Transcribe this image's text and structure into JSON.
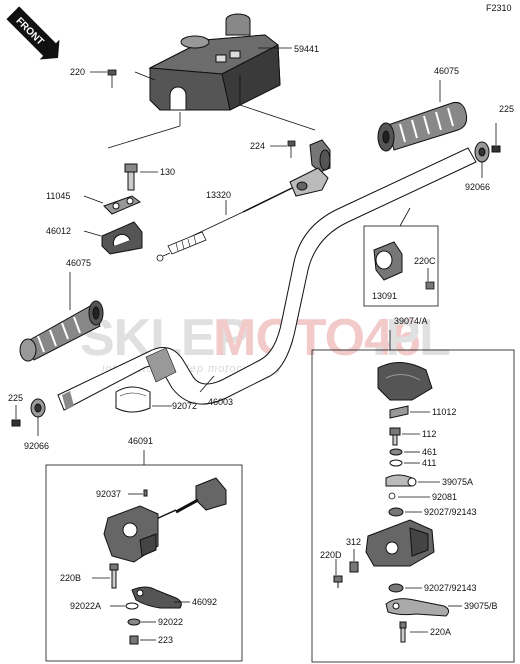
{
  "figure_code": "F2310",
  "front_marker": "FRONT",
  "watermark": {
    "brand_prefix": "SKLEP",
    "brand_accent": "MOTO46",
    "brand_suffix": ".PL",
    "tagline": "internetowy sklep motocyklowy",
    "accent_color": "#e8a0a0",
    "gray_color": "#c8c8c8"
  },
  "parts": {
    "p59441": "59441",
    "p220_top": "220",
    "p46075_right": "46075",
    "p225_right": "225",
    "p224": "224",
    "p92066_right": "92066",
    "p130": "130",
    "p11045": "11045",
    "p13320": "13320",
    "p46012": "46012",
    "p220c": "220C",
    "p13091": "13091",
    "p46075_left": "46075",
    "p39074a": "39074/A",
    "p46003": "46003",
    "p225_left": "225",
    "p92072": "92072",
    "p92066_left": "92066",
    "p11012": "11012",
    "p112": "112",
    "p461": "461",
    "p411": "411",
    "p46091": "46091",
    "p39075a": "39075A",
    "p92037": "92037",
    "p92081": "92081",
    "p92027_a": "92027/92143",
    "p312": "312",
    "p220d": "220D",
    "p220b": "220B",
    "p92027_b": "92027/92143",
    "p46092": "46092",
    "p92022a": "92022A",
    "p39075b": "39075/B",
    "p92022": "92022",
    "p220a": "220A",
    "p223": "223"
  }
}
